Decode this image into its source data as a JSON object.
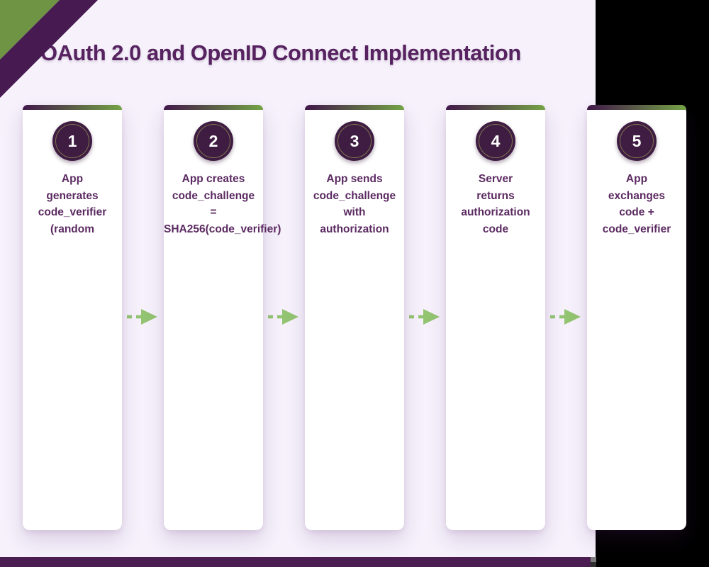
{
  "title": "OAuth 2.0 and OpenID Connect Implementation",
  "steps": [
    {
      "number": "1",
      "lines": [
        "App",
        "generates",
        "code_verifier",
        "(random"
      ]
    },
    {
      "number": "2",
      "lines": [
        "App creates",
        "code_challenge",
        "=",
        "SHA256(code_verifier)"
      ]
    },
    {
      "number": "3",
      "lines": [
        "App sends",
        "code_challenge",
        "with",
        "authorization"
      ]
    },
    {
      "number": "4",
      "lines": [
        "Server",
        "returns",
        "authorization",
        "code"
      ]
    },
    {
      "number": "5",
      "lines": [
        "App",
        "exchanges",
        "code +",
        "code_verifier"
      ]
    }
  ],
  "icons": {
    "step_arrow": "dashed-arrow-right-icon",
    "corner_ribbon": "corner-ribbon-icon"
  },
  "colors": {
    "background": "#f6f1fb",
    "outside_area": "#000000",
    "ribbon_green": "#6f9444",
    "ribbon_purple": "#471b52",
    "bottom_border": "#4c1d52",
    "card_bar_gradient_start": "#41184a",
    "card_bar_gradient_end": "#74a345",
    "badge_fill": "#3f1c42",
    "badge_ring": "#7a744f",
    "title_text": "#56225f",
    "card_text": "#5b2a61",
    "arrow_green": "#93c471"
  }
}
